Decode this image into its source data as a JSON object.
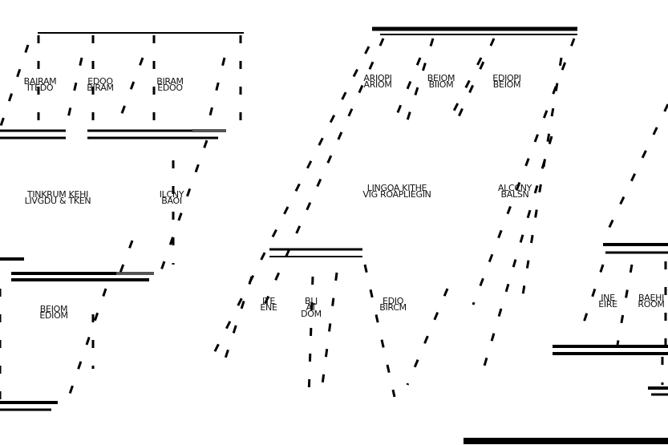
{
  "floorplan": {
    "left_wing": {
      "room_1": [
        "BAIRAM",
        "ITEDO"
      ],
      "room_2": [
        "EDOO",
        "BIRAM"
      ],
      "room_3": [
        "BIRAM",
        "EDOO"
      ],
      "room_4": [
        "TINKRUM KEHI",
        "LIVGDU & TKEN"
      ],
      "room_5": [
        "ILCNY",
        "BAOI"
      ],
      "room_6": [
        "BEIOM",
        "EDIOM"
      ]
    },
    "center_wing": {
      "room_1": [
        "ARIOPI",
        "ARIOM"
      ],
      "room_2": [
        "BEIOM",
        "BIIOM"
      ],
      "room_3": [
        "EDIOPI",
        "BEIOM"
      ],
      "room_4": [
        "LINGOA KITHE",
        "VIG ROAPLIEGIN"
      ],
      "room_5": [
        "ALCCNY",
        "BALSN"
      ],
      "room_6": [
        "ITE",
        "ENE"
      ],
      "room_7": [
        "BLI",
        "AT",
        "DOM"
      ],
      "room_8": [
        "EDIO",
        "BIRCM"
      ]
    },
    "right_wing": {
      "room_1": [
        "INE",
        "EIRE"
      ],
      "room_2": [
        "BAEHI",
        "ROOM"
      ]
    }
  }
}
